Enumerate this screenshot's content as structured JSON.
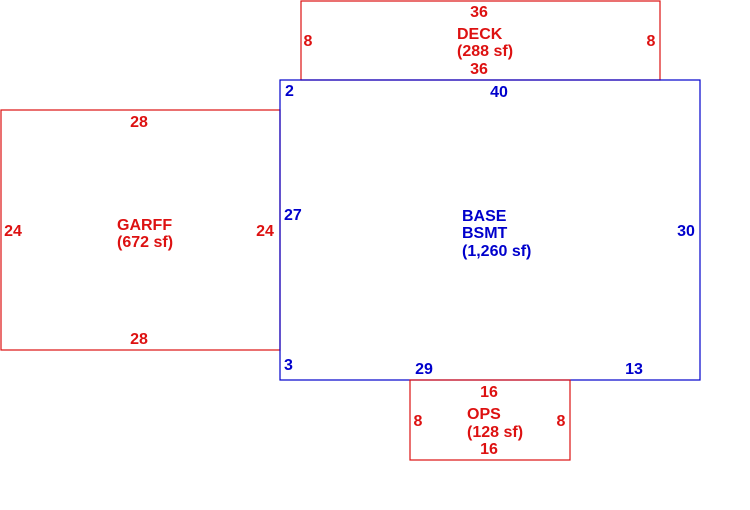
{
  "colors": {
    "main": "#0000cc",
    "addition": "#dd1111"
  },
  "deck": {
    "name": "DECK",
    "area": "(288 sf)",
    "top": "36",
    "bottom": "36",
    "left": "8",
    "right": "8"
  },
  "base": {
    "name_line1": "BASE",
    "name_line2": "BSMT",
    "area": "(1,260 sf)",
    "top": "40",
    "right": "30",
    "left_upper": "2",
    "left_middle": "27",
    "left_lower": "3",
    "bottom_left": "29",
    "bottom_right": "13"
  },
  "garff": {
    "name": "GARFF",
    "area": "(672 sf)",
    "top": "28",
    "bottom": "28",
    "left": "24",
    "right": "24"
  },
  "ops": {
    "name": "OPS",
    "area": "(128 sf)",
    "top": "16",
    "bottom": "16",
    "left": "8",
    "right": "8"
  }
}
